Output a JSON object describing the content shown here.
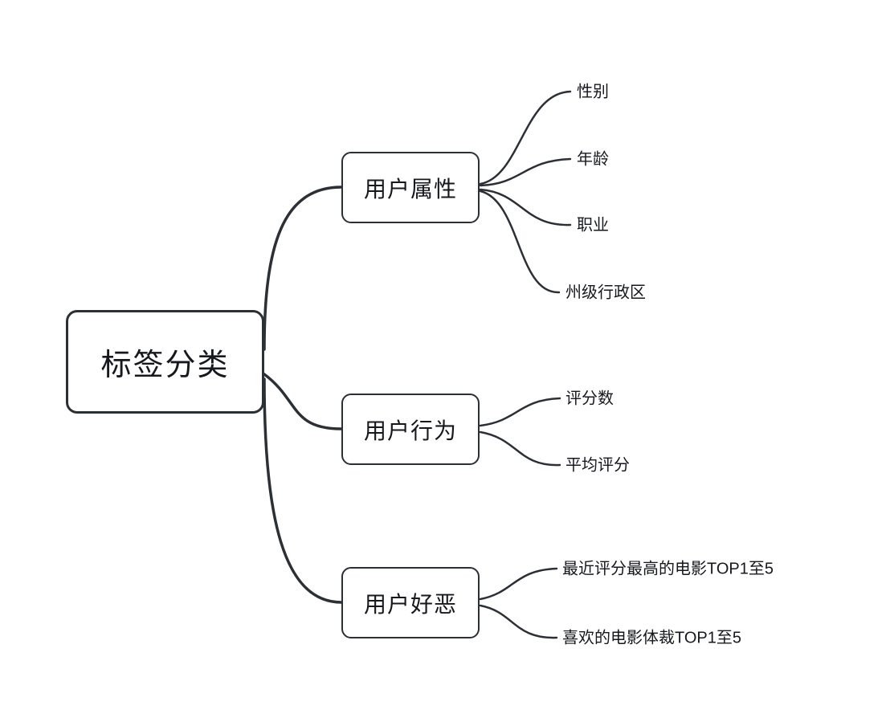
{
  "theme": {
    "line_color": "#2b2f36",
    "node_border_color": "#2b2f36",
    "node_fill_color": "#ffffff",
    "text_color": "#16181d",
    "background_color": "#ffffff"
  },
  "tree": {
    "root": {
      "label": "标签分类"
    },
    "branches": [
      {
        "label": "用户属性",
        "children": [
          {
            "label": "性别"
          },
          {
            "label": "年龄"
          },
          {
            "label": "职业"
          },
          {
            "label": "州级行政区"
          }
        ]
      },
      {
        "label": "用户行为",
        "children": [
          {
            "label": "评分数"
          },
          {
            "label": "平均评分"
          }
        ]
      },
      {
        "label": "用户好恶",
        "children": [
          {
            "label": "最近评分最高的电影TOP1至5"
          },
          {
            "label": "喜欢的电影体裁TOP1至5"
          }
        ]
      }
    ]
  }
}
